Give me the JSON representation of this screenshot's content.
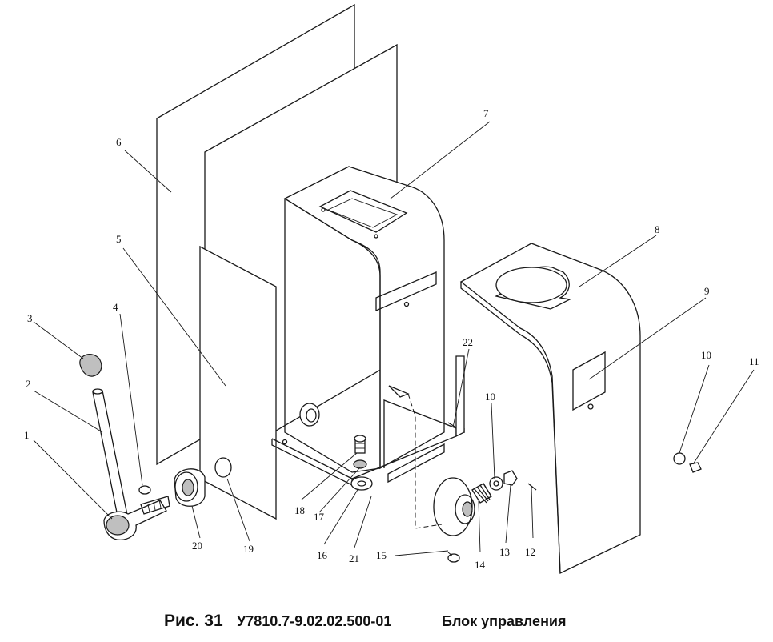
{
  "caption": {
    "figure": "Рис. 31",
    "code": "У7810.7-9.02.02.500-01",
    "title": "Блок управления"
  },
  "callouts": [
    "1",
    "2",
    "3",
    "4",
    "5",
    "6",
    "7",
    "8",
    "9",
    "10",
    "11",
    "22",
    "10",
    "18",
    "17",
    "16",
    "21",
    "15",
    "14",
    "13",
    "12",
    "20",
    "19"
  ]
}
